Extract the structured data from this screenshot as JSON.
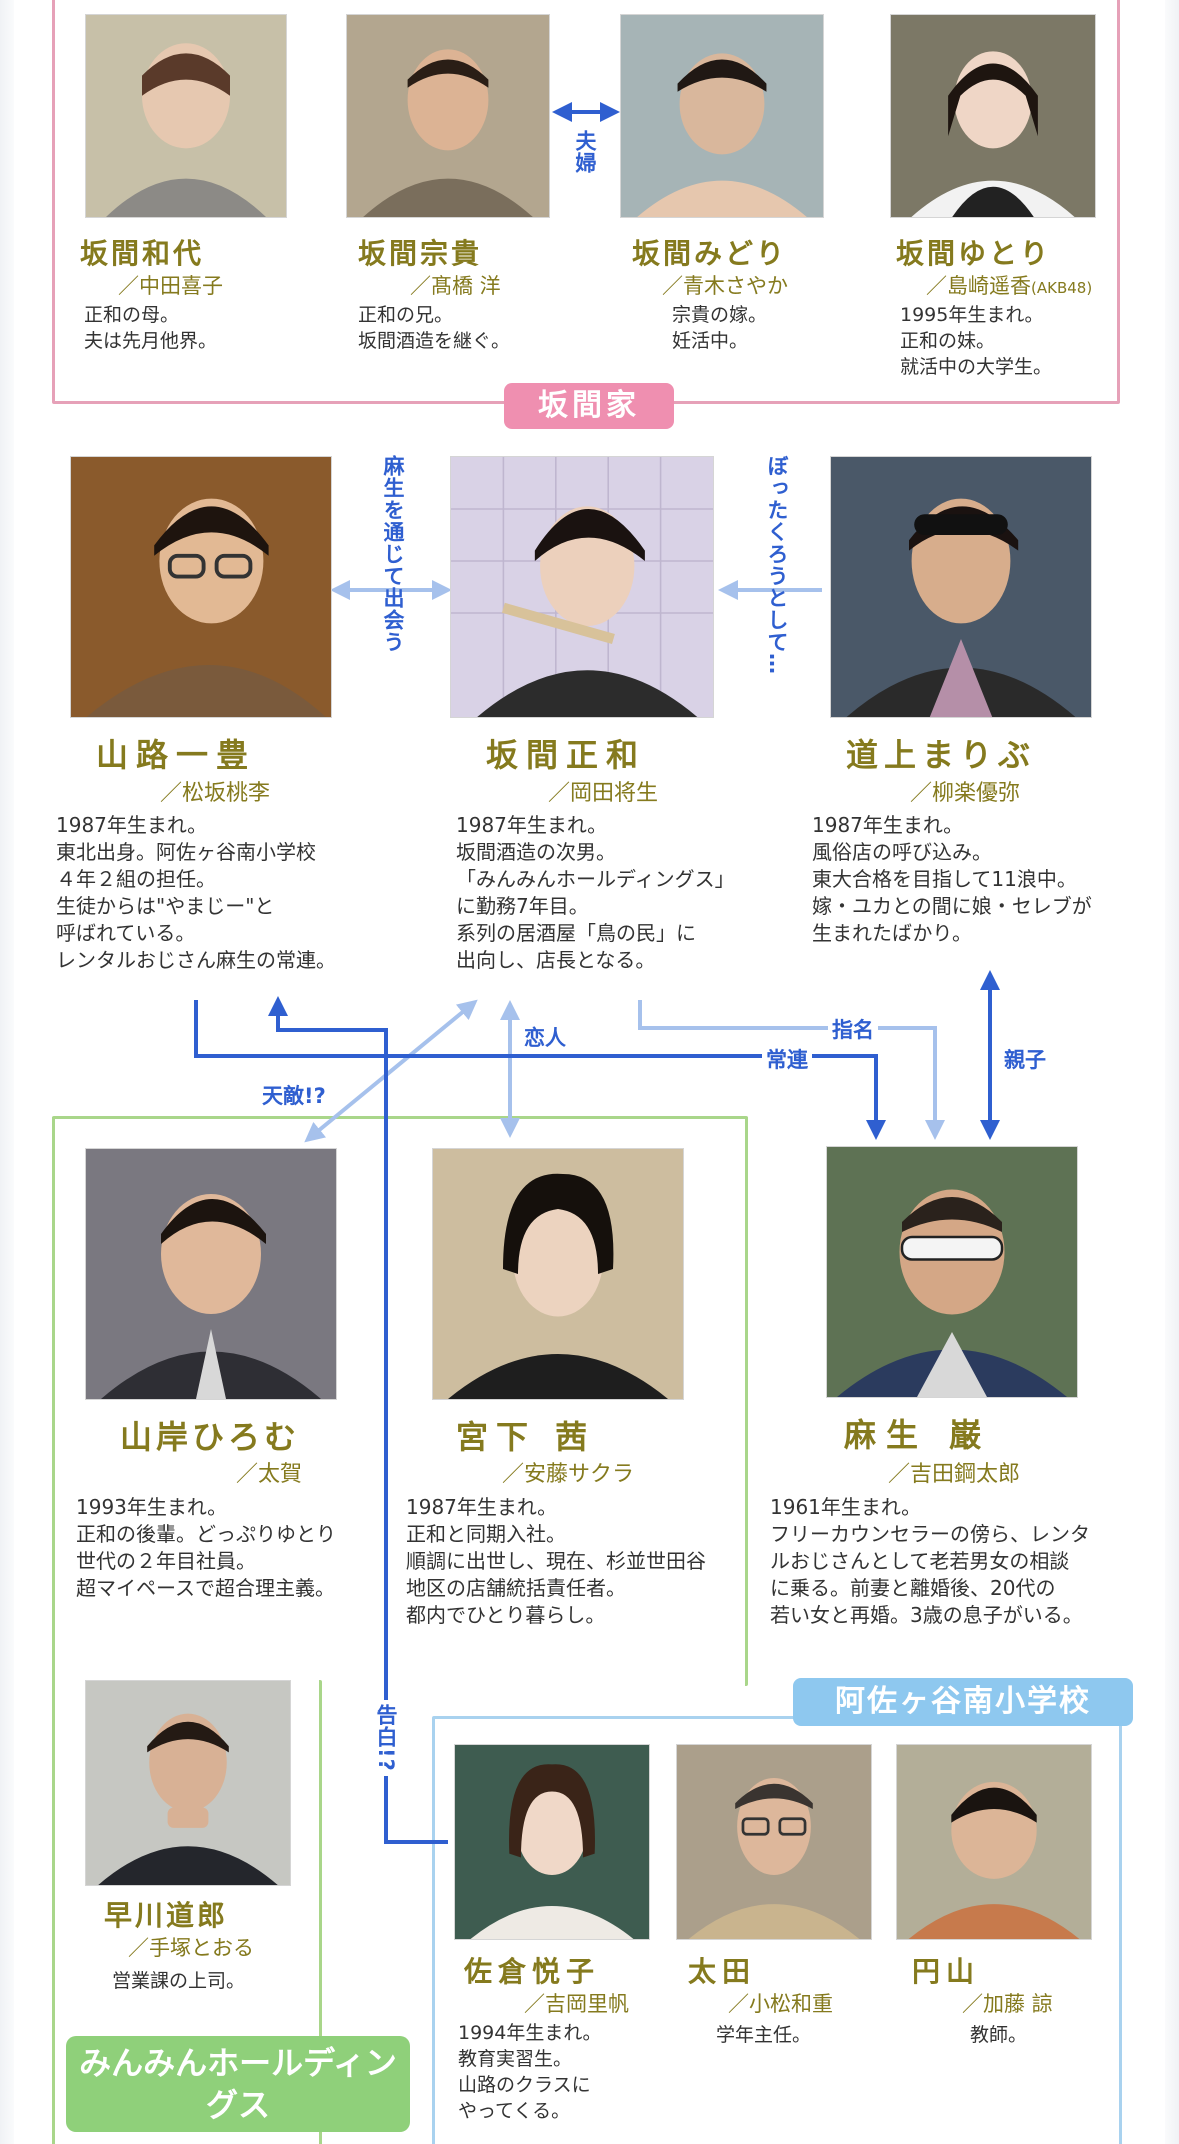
{
  "family_label": "坂間家",
  "company_label": "みんみんホールディングス",
  "school_label": "阿佐ヶ谷南小学校",
  "colors": {
    "family_border": "#e6a1b8",
    "family_pill": "#ef8fb0",
    "company_border": "#a9d68a",
    "company_pill": "#8fd07a",
    "school_border": "#a9d2ef",
    "school_pill": "#8ec8ef",
    "name_text": "#857a1e",
    "relation_dark": "#2f5fd0",
    "relation_light": "#a6c1ec"
  },
  "relations": {
    "husband_wife": "夫婦",
    "met_through_aso": "麻生を通じて出会う",
    "ripoff": "ぼったくろうとして…",
    "lover": "恋人",
    "nomination": "指名",
    "regular": "常連",
    "parent_child": "親子",
    "rival": "天敵!?",
    "confession": "告白!?"
  },
  "characters": {
    "kazuyo": {
      "name": "坂間和代",
      "actor": "／中田喜子",
      "desc": "正和の母。\n夫は先月他界。",
      "photo_icon": "portrait-icon"
    },
    "muneki": {
      "name": "坂間宗貴",
      "actor": "／髙橋 洋",
      "desc": "正和の兄。\n坂間酒造を継ぐ。",
      "photo_icon": "portrait-icon"
    },
    "midori": {
      "name": "坂間みどり",
      "actor": "／青木さやか",
      "desc": "宗貴の嫁。\n妊活中。",
      "photo_icon": "portrait-icon"
    },
    "yutori": {
      "name": "坂間ゆとり",
      "actor": "／島崎遥香",
      "actor_note": "(AKB48)",
      "desc": "1995年生まれ。\n正和の妹。\n就活中の大学生。",
      "photo_icon": "portrait-icon"
    },
    "yamaji": {
      "name": "山路一豊",
      "actor": "／松坂桃李",
      "desc": "1987年生まれ。\n東北出身。阿佐ヶ谷南小学校\n４年２組の担任。\n生徒からは\"やまじー\"と\n呼ばれている。\nレンタルおじさん麻生の常連。",
      "photo_icon": "portrait-icon"
    },
    "masakazu": {
      "name": "坂間正和",
      "actor": "／岡田将生",
      "desc": "1987年生まれ。\n坂間酒造の次男。\n「みんみんホールディングス」\nに勤務7年目。\n系列の居酒屋「鳥の民」に\n出向し、店長となる。",
      "photo_icon": "portrait-icon"
    },
    "maribu": {
      "name": "道上まりぶ",
      "actor": "／柳楽優弥",
      "desc": "1987年生まれ。\n風俗店の呼び込み。\n東大合格を目指して11浪中。\n嫁・ユカとの間に娘・セレブが\n生まれたばかり。",
      "photo_icon": "portrait-icon"
    },
    "hiromu": {
      "name": "山岸ひろむ",
      "actor": "／太賀",
      "desc": "1993年生まれ。\n正和の後輩。どっぷりゆとり\n世代の２年目社員。\n超マイペースで超合理主義。",
      "photo_icon": "portrait-icon"
    },
    "akane": {
      "name": "宮下 茜",
      "actor": "／安藤サクラ",
      "desc": "1987年生まれ。\n正和と同期入社。\n順調に出世し、現在、杉並世田谷\n地区の店舗統括責任者。\n都内でひとり暮らし。",
      "photo_icon": "portrait-icon"
    },
    "aso": {
      "name": "麻生 巌",
      "actor": "／吉田鋼太郎",
      "desc": "1961年生まれ。\nフリーカウンセラーの傍ら、レンタ\nルおじさんとして老若男女の相談\nに乗る。前妻と離婚後、20代の\n若い女と再婚。3歳の息子がいる。",
      "photo_icon": "portrait-icon"
    },
    "hayakawa": {
      "name": "早川道郎",
      "actor": "／手塚とおる",
      "desc": "営業課の上司。",
      "photo_icon": "portrait-icon"
    },
    "etsuko": {
      "name": "佐倉悦子",
      "actor": "／吉岡里帆",
      "desc": "1994年生まれ。\n教育実習生。\n山路のクラスに\nやってくる。",
      "photo_icon": "portrait-icon"
    },
    "ota": {
      "name": "太田",
      "actor": "／小松和重",
      "desc": "学年主任。",
      "photo_icon": "portrait-icon"
    },
    "maruyama": {
      "name": "円山",
      "actor": "／加藤 諒",
      "desc": "教師。",
      "photo_icon": "portrait-icon"
    }
  }
}
